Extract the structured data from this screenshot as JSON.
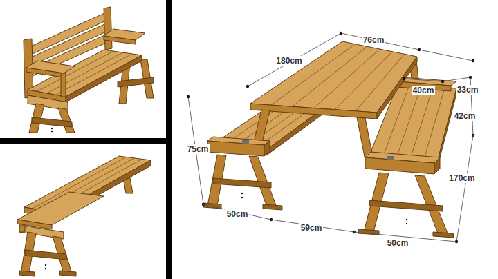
{
  "diagram": {
    "labels": [
      "76cm",
      "180cm",
      "40cm",
      "33cm",
      "42cm",
      "75cm",
      "170cm",
      "50cm",
      "59cm",
      "50cm"
    ]
  }
}
